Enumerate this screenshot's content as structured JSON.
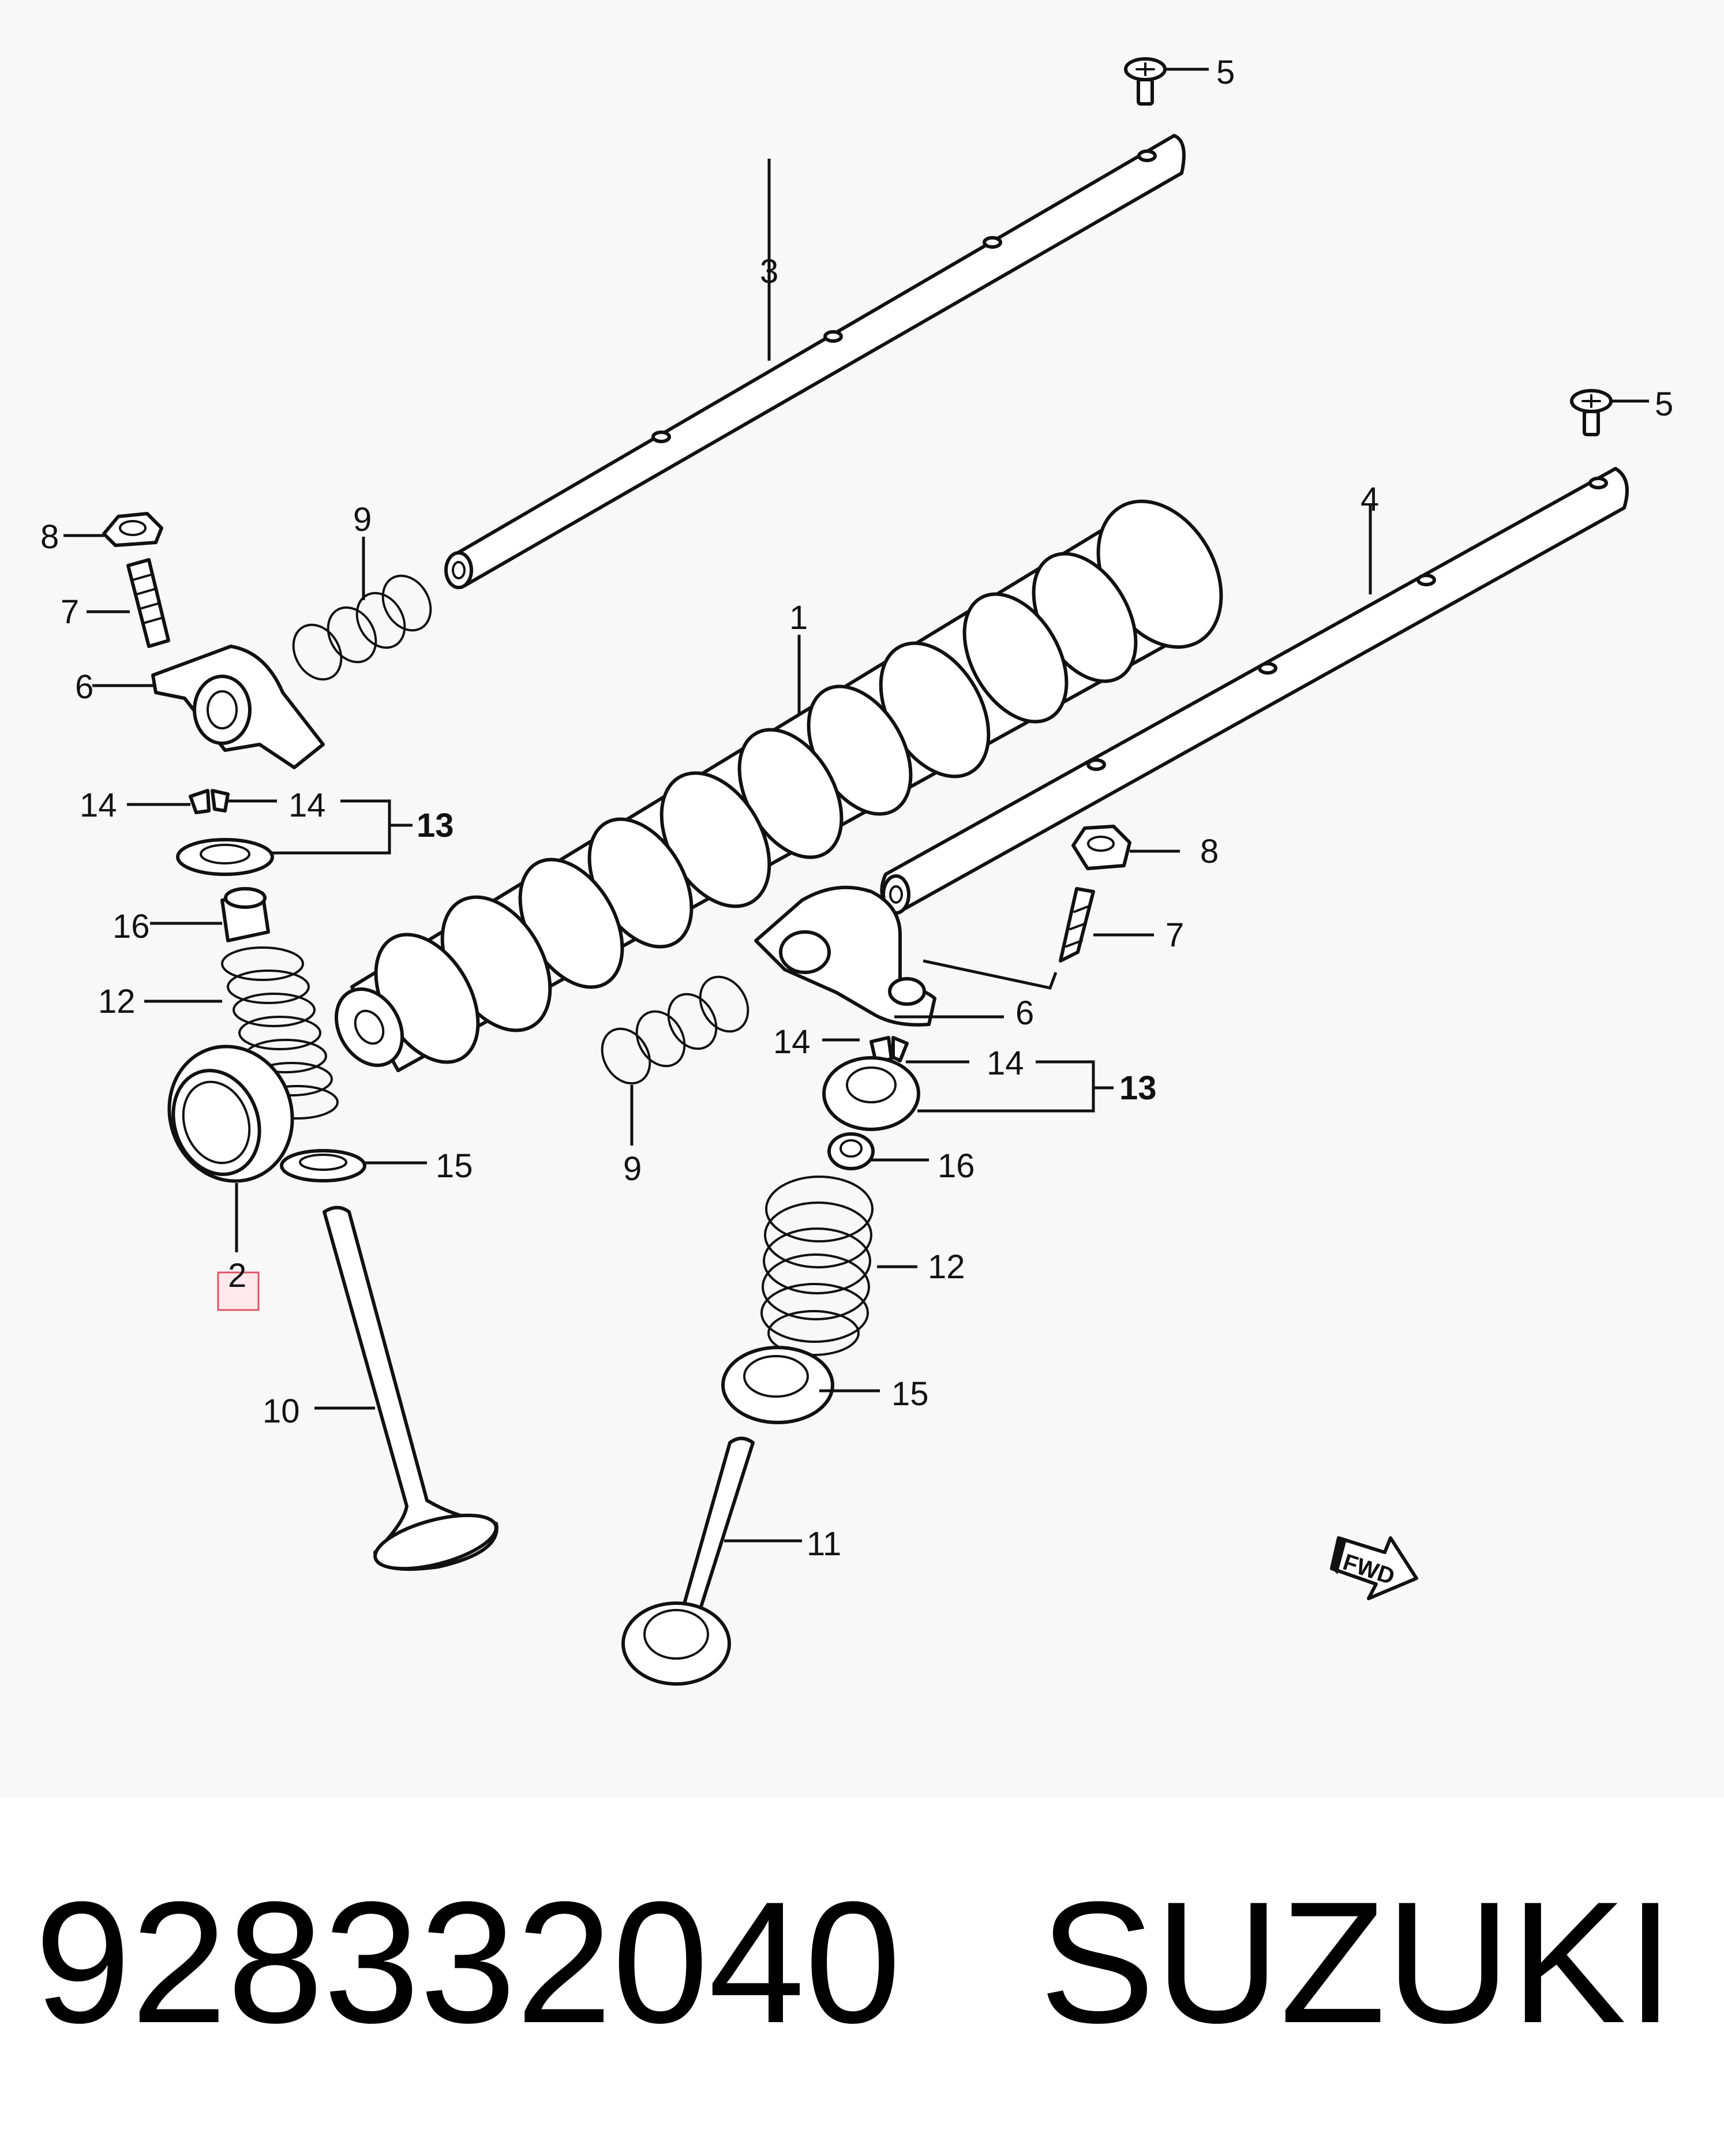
{
  "callouts": {
    "c1": "1",
    "c2": "2",
    "c3": "3",
    "c4": "4",
    "c5a": "5",
    "c5b": "5",
    "c6a": "6",
    "c6b": "6",
    "c7a": "7",
    "c7b": "7",
    "c8a": "8",
    "c8b": "8",
    "c9a": "9",
    "c9b": "9",
    "c10": "10",
    "c11": "11",
    "c12a": "12",
    "c12b": "12",
    "c13a": "13",
    "c13b": "13",
    "c14a": "14",
    "c14b": "14",
    "c14c": "14",
    "c14d": "14",
    "c15a": "15",
    "c15b": "15",
    "c16a": "16",
    "c16b": "16"
  },
  "fwd_label": "FWD",
  "highlighted_callout": "2",
  "caption": {
    "part_number": "928332040",
    "brand": "SUZUKI"
  }
}
